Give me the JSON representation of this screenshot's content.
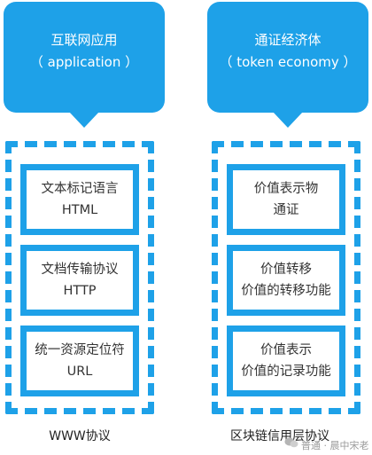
{
  "left": {
    "header_line1": "互联网应用",
    "header_line2": "（ application ）",
    "cards": [
      {
        "line1": "文本标记语言",
        "line2": "HTML"
      },
      {
        "line1": "文档传输协议",
        "line2": "HTTP"
      },
      {
        "line1": "统一资源定位符",
        "line2": "URL"
      }
    ],
    "caption": "WWW协议"
  },
  "right": {
    "header_line1": "通证经济体",
    "header_line2": "（ token economy ）",
    "cards": [
      {
        "line1": "价值表示物",
        "line2": "通证"
      },
      {
        "line1": "价值转移",
        "line2": "价值的转移功能"
      },
      {
        "line1": "价值表示",
        "line2": "价值的记录功能"
      }
    ],
    "caption": "区块链信用层协议"
  },
  "watermark": "普通 · 晨中宋老",
  "accent_color": "#1ea1e8"
}
